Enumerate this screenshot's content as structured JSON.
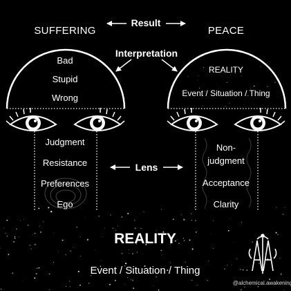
{
  "headers": {
    "left": "SUFFERING",
    "right": "PEACE"
  },
  "labels": {
    "result": "Result",
    "interpretation": "Interpretation",
    "lens": "Lens"
  },
  "left_dome": [
    "Bad",
    "Stupid",
    "Wrong"
  ],
  "right_dome": [
    "REALITY",
    "Event / Situation / Thing"
  ],
  "left_lens": [
    "Judgment",
    "Resistance",
    "Preferences",
    "Ego"
  ],
  "right_lens": [
    "Non-",
    "judgment",
    "Acceptance",
    "Clarity"
  ],
  "bottom": {
    "title": "REALITY",
    "subtitle": "Event / Situation / Thing"
  },
  "brand": {
    "handle": "@alchemical.awakening"
  },
  "colors": {
    "background": "#000000",
    "foreground": "#ffffff"
  }
}
